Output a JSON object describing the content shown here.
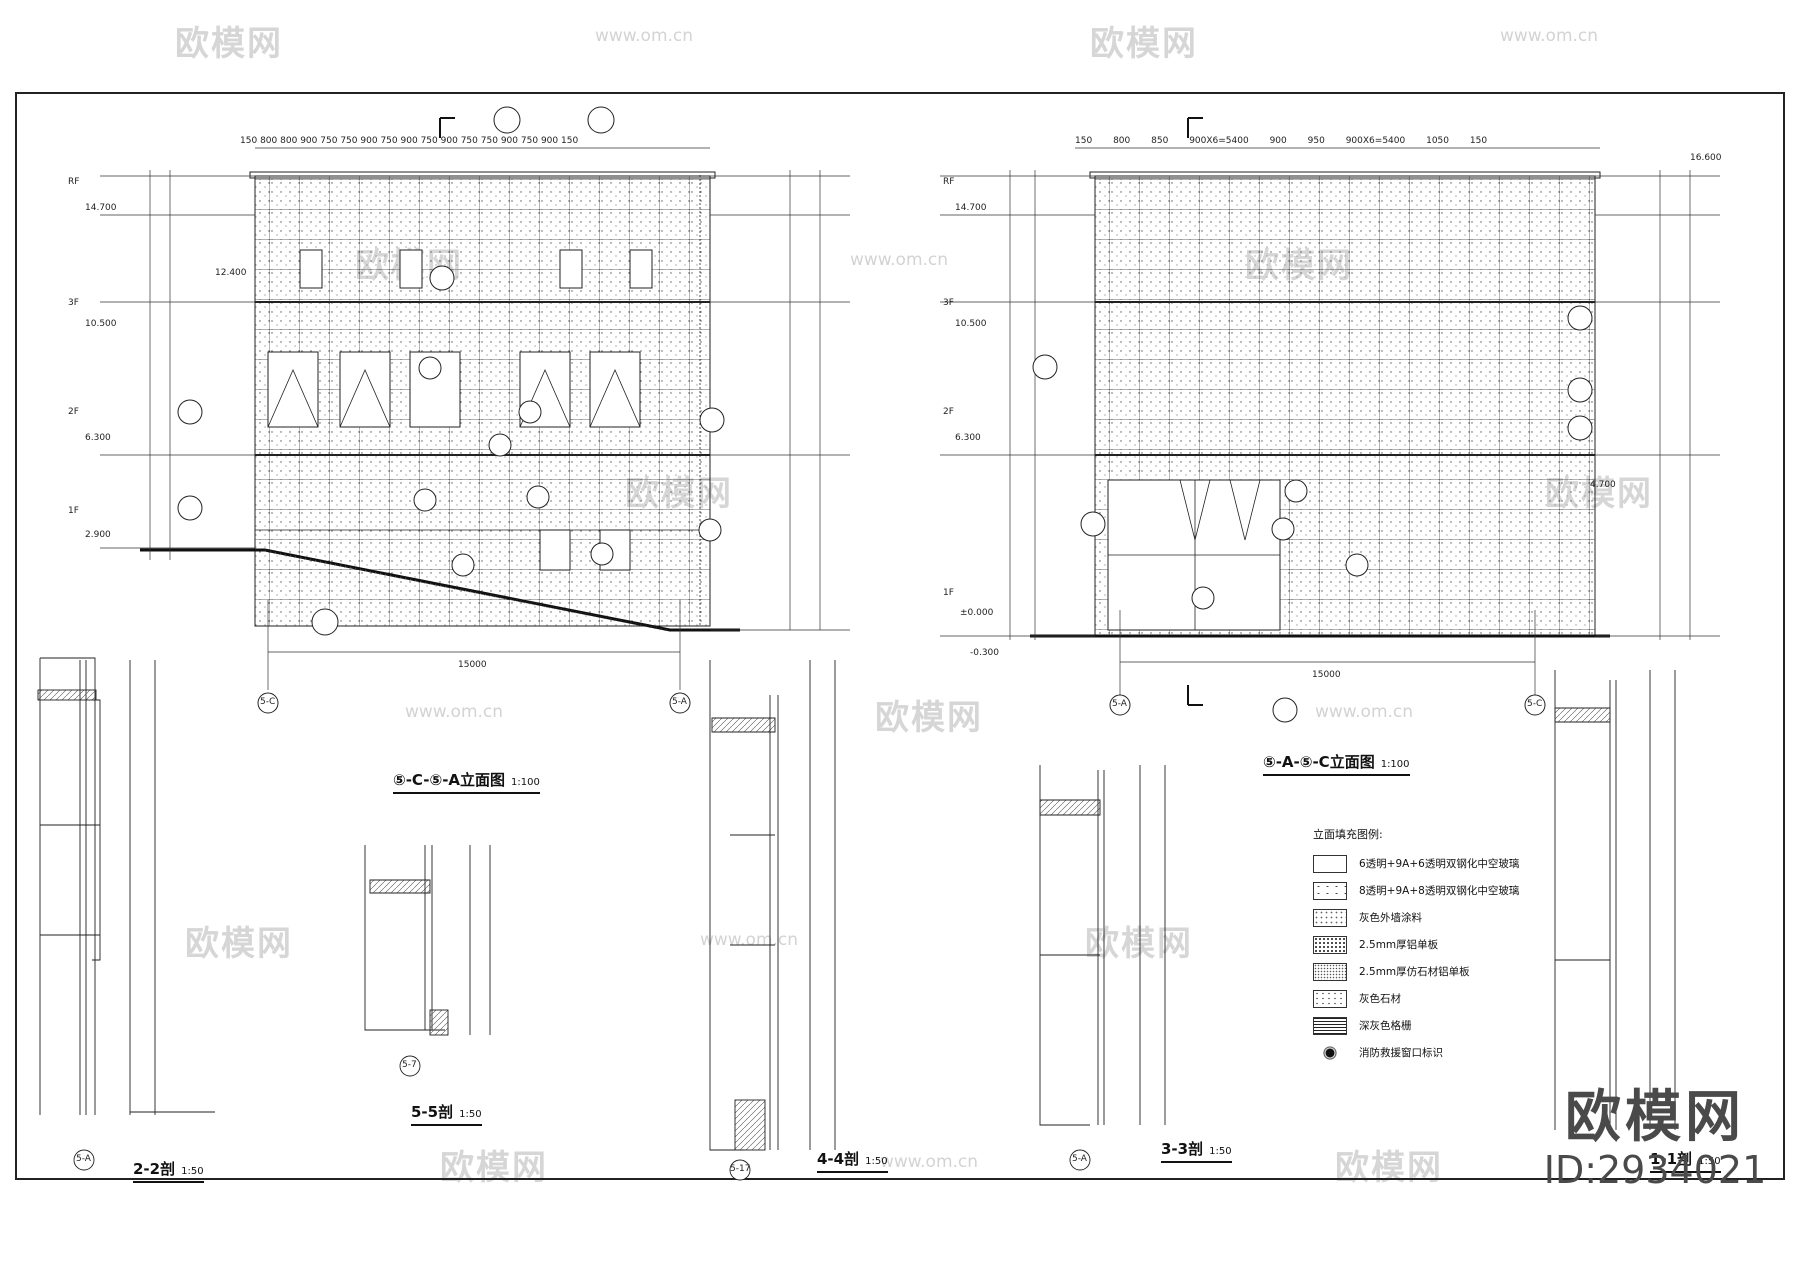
{
  "watermark": {
    "brand": "欧模网",
    "url": "www.om.cn",
    "id": "ID:2934021"
  },
  "drawings": {
    "elev_left": {
      "title": "⑤-C-⑤-A立面图",
      "scale": "1:100"
    },
    "elev_right": {
      "title": "⑤-A-⑤-C立面图",
      "scale": "1:100"
    },
    "sec_22": {
      "title": "2-2剖",
      "scale": "1:50"
    },
    "sec_55": {
      "title": "5-5剖",
      "scale": "1:50"
    },
    "sec_44": {
      "title": "4-4剖",
      "scale": "1:50"
    },
    "sec_33": {
      "title": "3-3剖",
      "scale": "1:50"
    },
    "sec_11": {
      "title": "1-1剖",
      "scale": "1:50"
    }
  },
  "levels_left": [
    "RF",
    "14.700",
    "12.400",
    "3F",
    "10.500",
    "2F",
    "6.300",
    "1F",
    "2.900"
  ],
  "levels_right": [
    "RF",
    "16.600",
    "14.700",
    "3F",
    "10.500",
    "2F",
    "6.300",
    "4.700",
    "1F",
    "±0.000",
    "-0.300"
  ],
  "dims": {
    "top_left": [
      "150",
      "800",
      "800",
      "900",
      "750",
      "750",
      "900",
      "750",
      "900",
      "750",
      "900",
      "750",
      "750",
      "900",
      "750",
      "900",
      "150"
    ],
    "top_right": [
      "150",
      "800",
      "850",
      "900X6=5400",
      "900",
      "950",
      "900X6=5400",
      "1050",
      "150"
    ],
    "total_width": "15000"
  },
  "axes": {
    "left_start": "5-C",
    "left_end": "5-A",
    "right_start": "5-A",
    "right_end": "5-C",
    "sec_22": "5-A",
    "sec_55": "5-7",
    "sec_44": "5-17",
    "sec_33": "5-A"
  },
  "legend": {
    "heading": "立面填充图例:",
    "items": [
      {
        "label": "6透明+9A+6透明双钢化中空玻璃",
        "fill": "blank"
      },
      {
        "label": "8透明+9A+8透明双钢化中空玻璃",
        "fill": "dotsparse"
      },
      {
        "label": "灰色外墙涂料",
        "fill": "speck"
      },
      {
        "label": "2.5mm厚铝单板",
        "fill": "dots"
      },
      {
        "label": "2.5mm厚仿石材铝单板",
        "fill": "dotsdense"
      },
      {
        "label": "灰色石材",
        "fill": "stone"
      },
      {
        "label": "深灰色格栅",
        "fill": "lines"
      },
      {
        "label": "消防救援窗口标识",
        "fill": "dot"
      }
    ]
  },
  "colors": {
    "line": "#222222",
    "watermark": "#d6d6d6"
  }
}
